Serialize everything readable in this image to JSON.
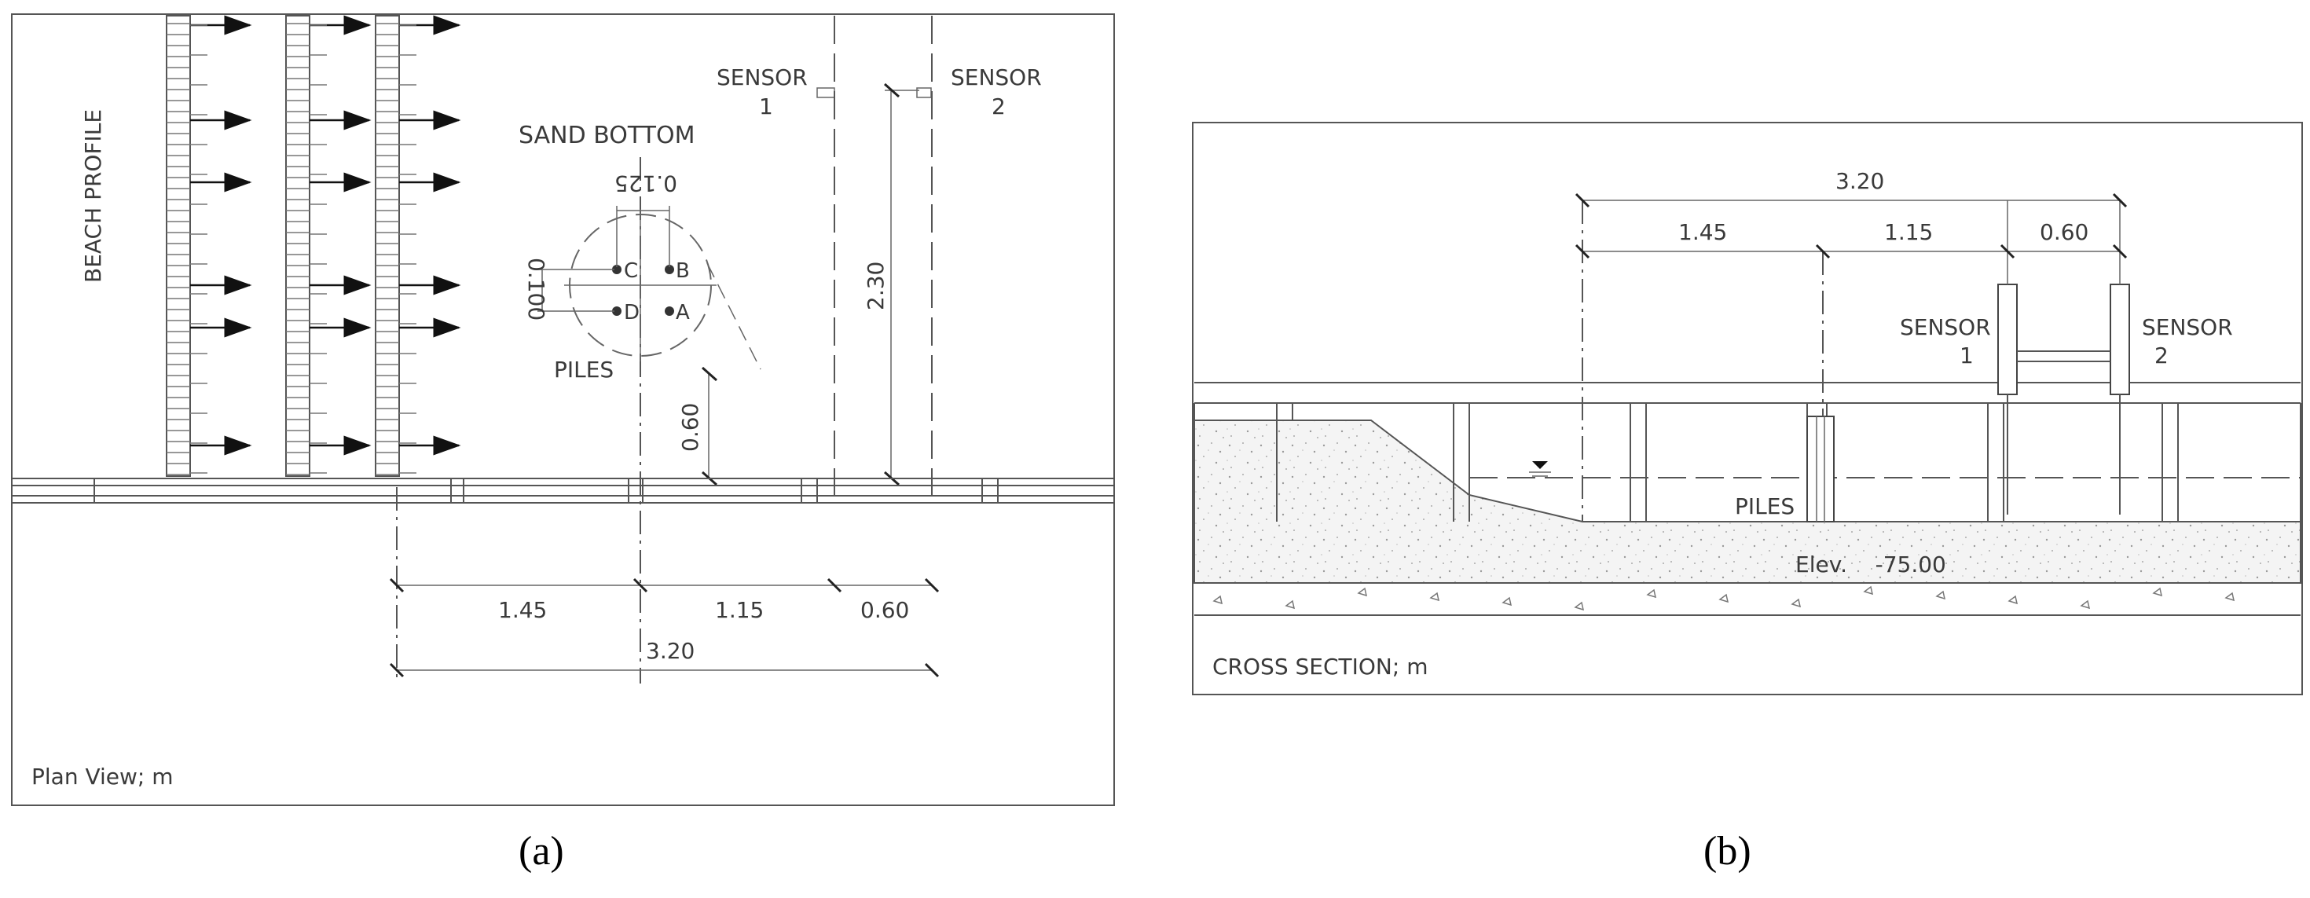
{
  "panel_a": {
    "caption": "(a)",
    "title": "Plan View; m",
    "beach_profile": "BEACH PROFILE",
    "sand_bottom": "SAND BOTTOM",
    "sensor1": [
      "SENSOR",
      "1"
    ],
    "sensor2": [
      "SENSOR",
      "2"
    ],
    "piles": "PILES",
    "pile_labels": [
      "C",
      "B",
      "D",
      "A"
    ],
    "dim_spacing_x": "0.125",
    "dim_spacing_y": "0.100",
    "dim_230": "2.30",
    "dim_060_vertical": "0.60",
    "dim_145": "1.45",
    "dim_115": "1.15",
    "dim_060": "0.60",
    "dim_320": "3.20"
  },
  "panel_b": {
    "caption": "(b)",
    "title": "CROSS SECTION; m",
    "sensor1": [
      "SENSOR",
      "1"
    ],
    "sensor2": [
      "SENSOR",
      "2"
    ],
    "piles": "PILES",
    "elevation": "Elev.    -75.00",
    "dim_320": "3.20",
    "dim_145": "1.45",
    "dim_115": "1.15",
    "dim_060": "0.60"
  },
  "colors": {
    "line": "#555555",
    "sand": "#f2f2f2",
    "dots": "#333333"
  }
}
